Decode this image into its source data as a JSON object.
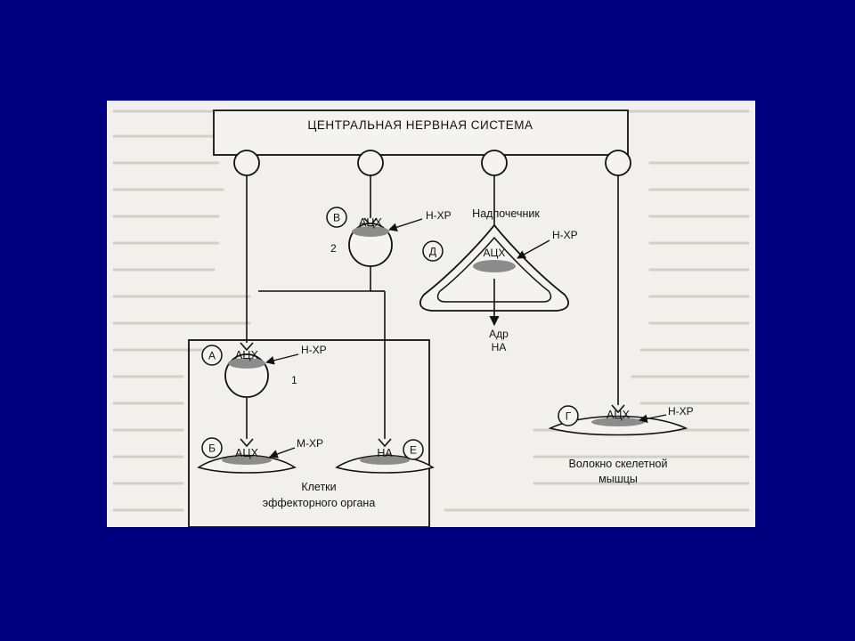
{
  "diagram": {
    "cns_title": "ЦЕНТРАЛЬНАЯ НЕРВНАЯ СИСТЕМА",
    "adrenal_label": "Надпочечник",
    "effector_label_line1": "Клетки",
    "effector_label_line2": "эффекторного органа",
    "muscle_label_line1": "Волокно скелетной",
    "muscle_label_line2": "мышцы",
    "out_line1": "Адр",
    "out_line2": "НА",
    "letters": {
      "a": "А",
      "b": "Б",
      "v": "В",
      "g": "Г",
      "d": "Д",
      "e": "Е"
    },
    "nums": {
      "one": "1",
      "two": "2"
    },
    "ach": "АЦХ",
    "ne": "НА",
    "nkhr": "Н-ХР",
    "mkhr": "М-ХР"
  },
  "colors": {
    "background": "#00007e",
    "paper": "#f1f0ec",
    "ink": "#111111",
    "grey_fill": "#8c8c8c"
  }
}
